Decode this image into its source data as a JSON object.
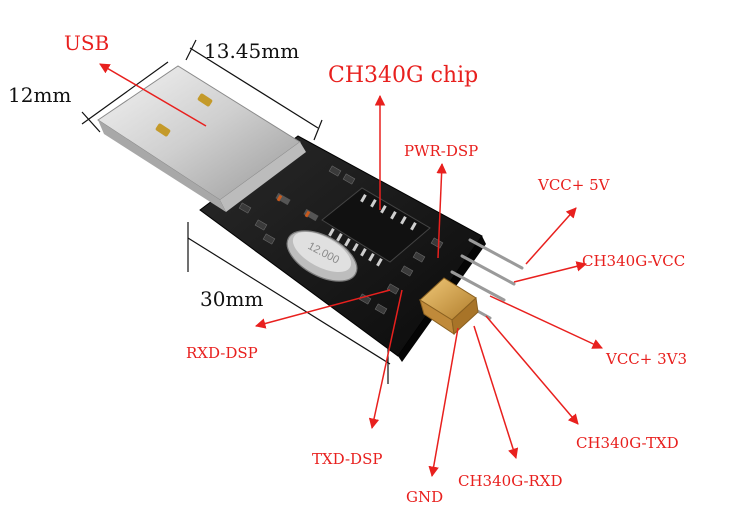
{
  "colors": {
    "label": "#e8201e",
    "arrow": "#e8201e",
    "dimension": "#111111",
    "pcb": "#141414",
    "usb_metal": "#d9d9d9",
    "jumper": "#d8a24a"
  },
  "dimensions": {
    "usb_width": "12mm",
    "usb_length": "13.45mm",
    "board_length": "30mm"
  },
  "labels": {
    "usb": "USB",
    "chip": "CH340G chip",
    "pwr_dsp": "PWR-DSP",
    "vcc5v": "VCC+ 5V",
    "ch340g_vcc": "CH340G-VCC",
    "vcc3v3": "VCC+ 3V3",
    "ch340g_txd": "CH340G-TXD",
    "ch340g_rxd": "CH340G-RXD",
    "gnd": "GND",
    "txd_dsp": "TXD-DSP",
    "rxd_dsp": "RXD-DSP"
  },
  "components": {
    "crystal_marking": "12.000"
  }
}
